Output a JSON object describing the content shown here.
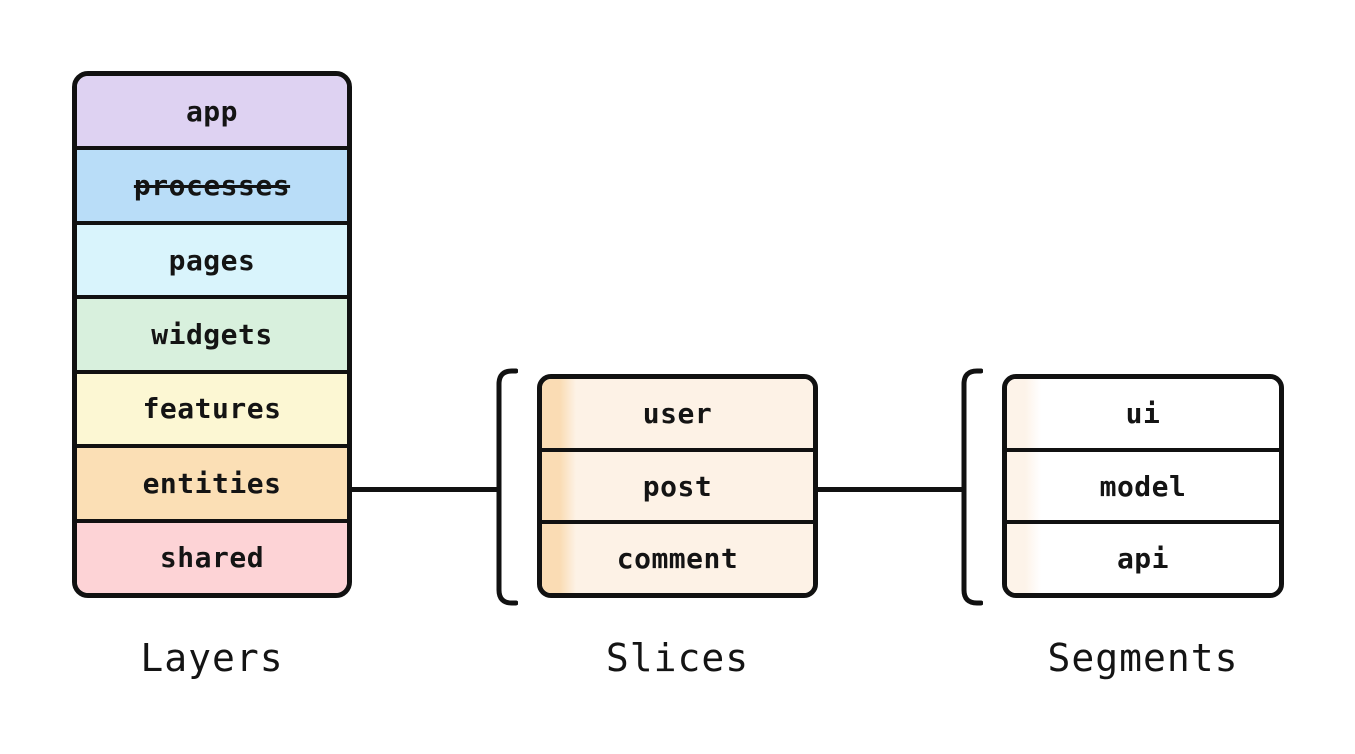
{
  "canvas": {
    "background": "#ffffff",
    "ink": "#111111",
    "text_color": "#141414"
  },
  "layers": {
    "caption": "Layers",
    "rows": [
      {
        "label": "app",
        "bg": "#ded2f2",
        "deprecated": false
      },
      {
        "label": "processes",
        "bg": "#b9ddf8",
        "deprecated": true
      },
      {
        "label": "pages",
        "bg": "#d9f4fc",
        "deprecated": false
      },
      {
        "label": "widgets",
        "bg": "#d8f0dd",
        "deprecated": false
      },
      {
        "label": "features",
        "bg": "#fcf7d3",
        "deprecated": false
      },
      {
        "label": "entities",
        "bg": "#fbdfb5",
        "deprecated": false
      },
      {
        "label": "shared",
        "bg": "#fdd3d6",
        "deprecated": false
      }
    ]
  },
  "slices": {
    "caption": "Slices",
    "stripe_color": "#fadcb4",
    "body_color": "#fdf2e6",
    "rows": [
      {
        "label": "user"
      },
      {
        "label": "post"
      },
      {
        "label": "comment"
      }
    ]
  },
  "segments": {
    "caption": "Segments",
    "stripe_color": "#fdf3e9",
    "body_color": "#ffffff",
    "rows": [
      {
        "label": "ui"
      },
      {
        "label": "model"
      },
      {
        "label": "api"
      }
    ]
  }
}
